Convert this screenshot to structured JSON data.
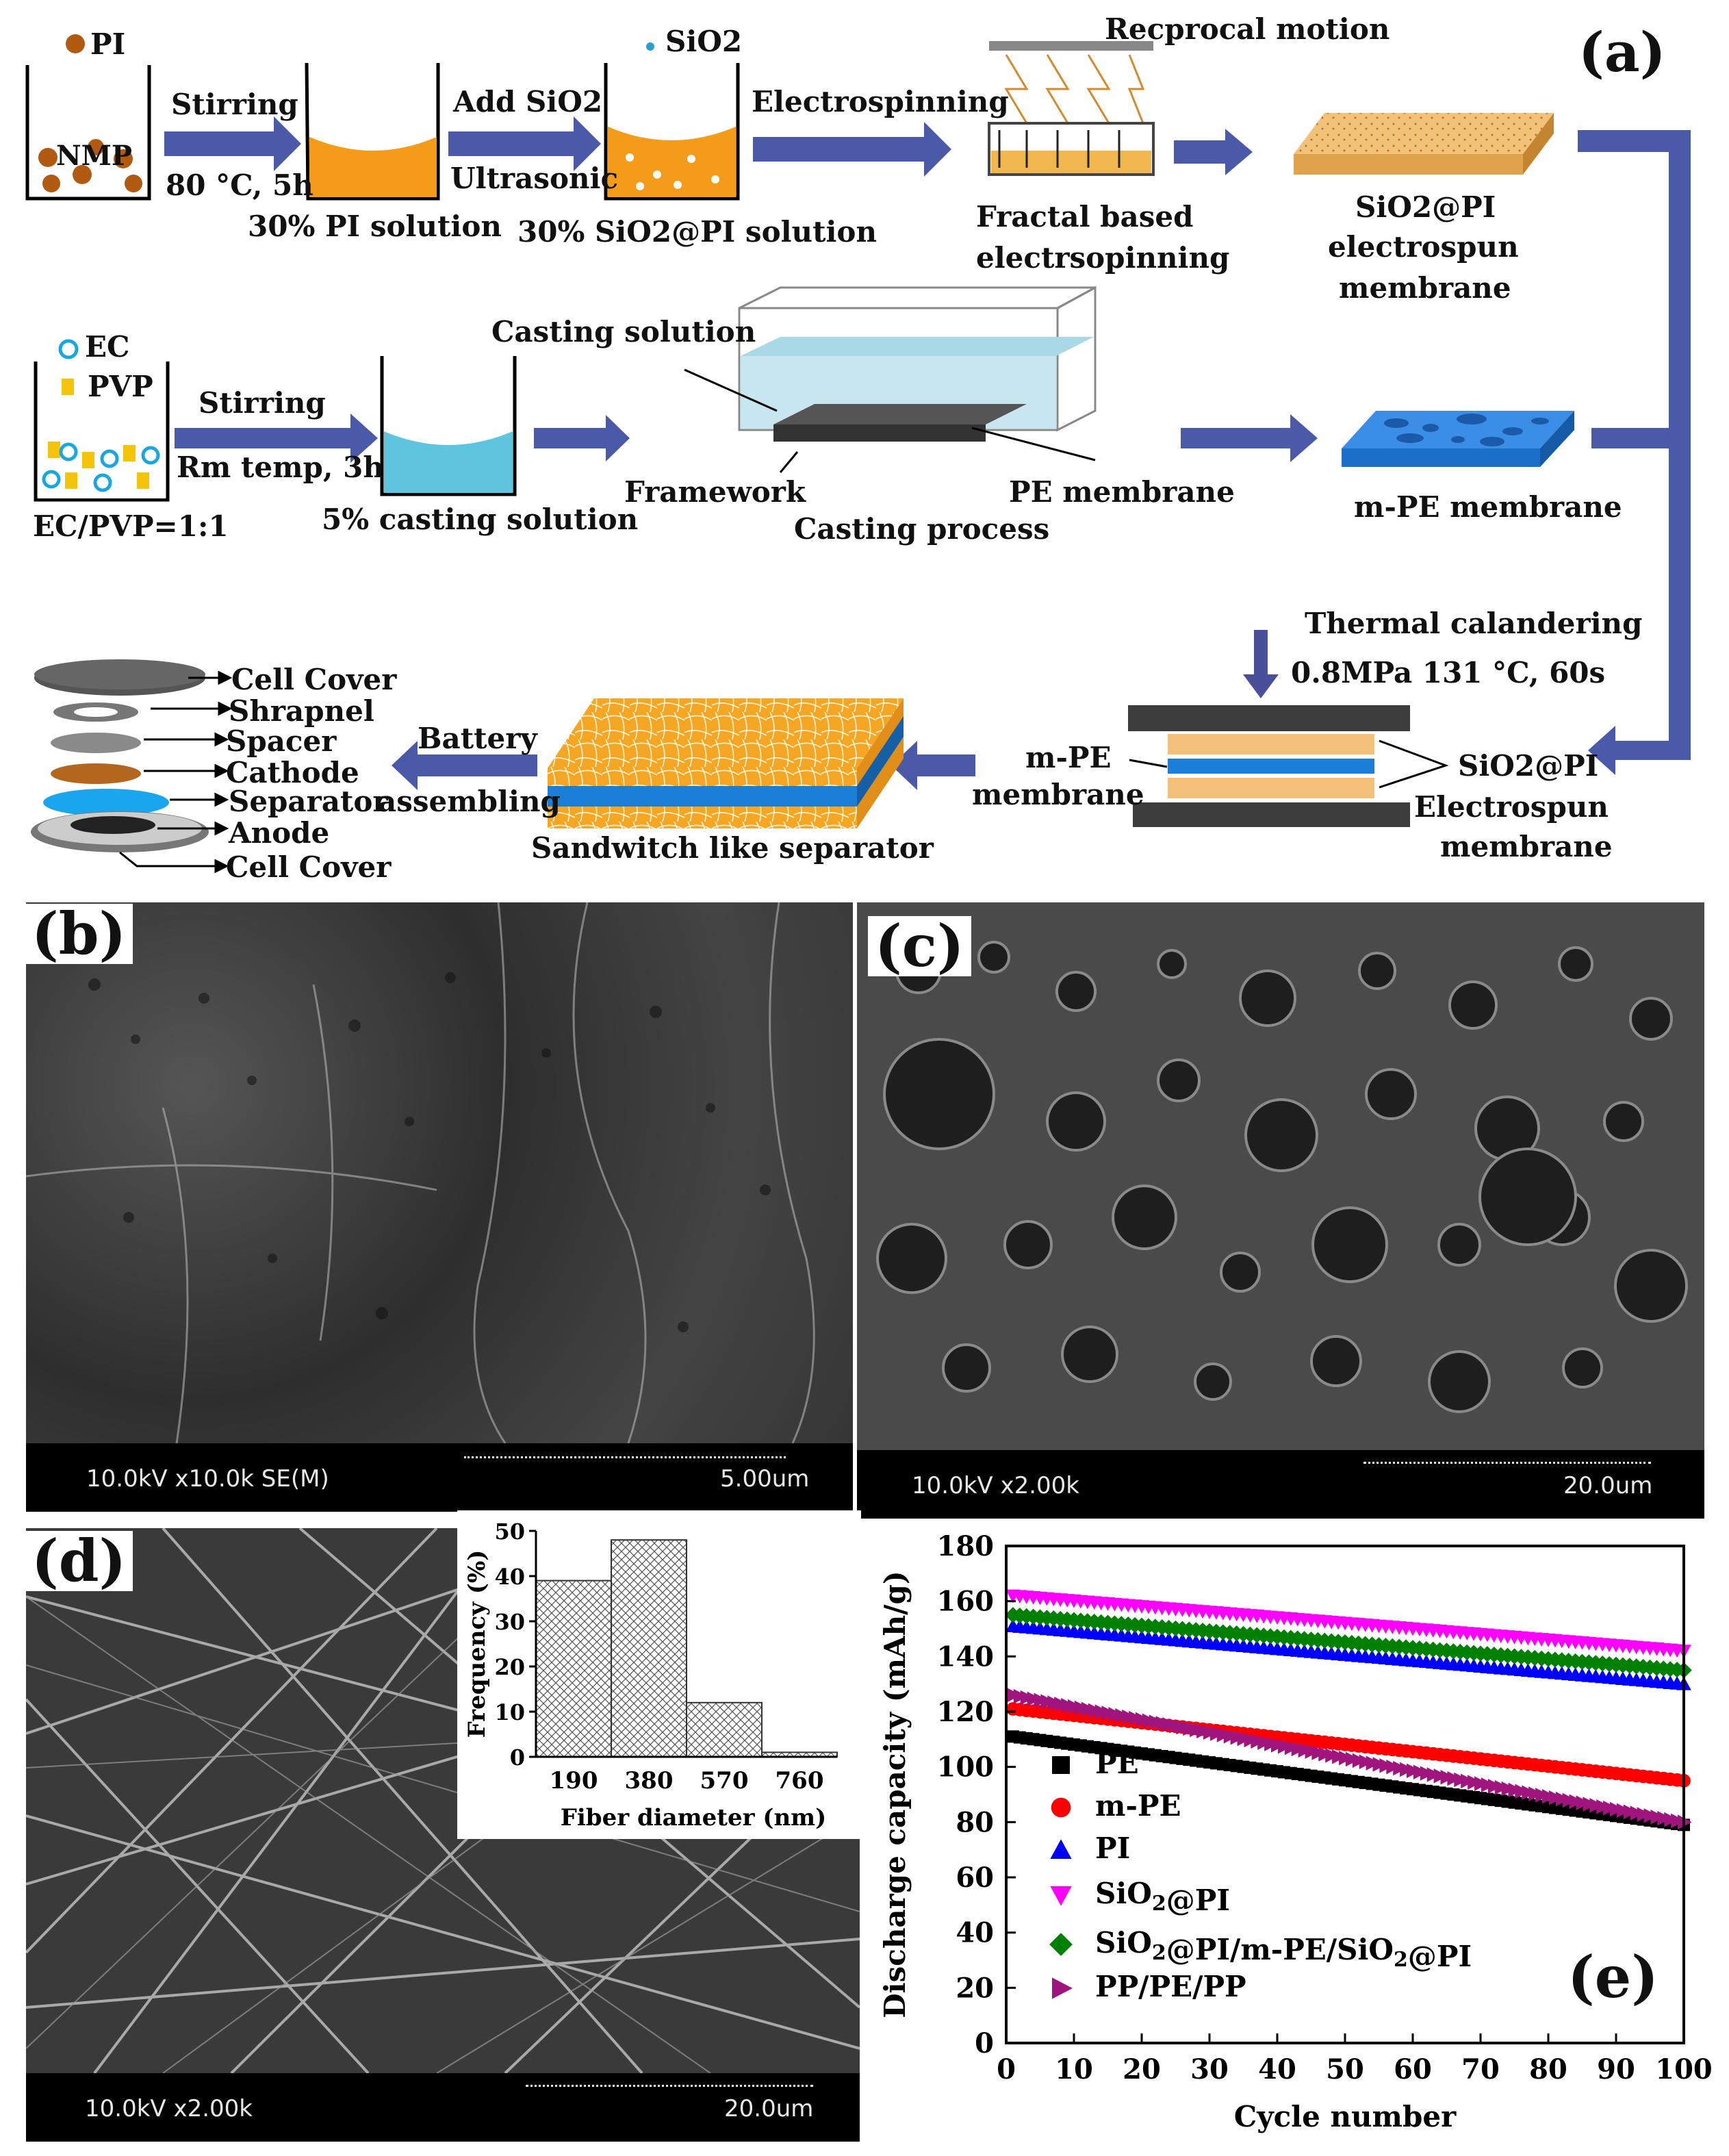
{
  "panel_a": {
    "letter": "(a)",
    "row1": {
      "pi_legend": "PI",
      "nmp": "NMP",
      "step1_top": "Stirring",
      "step1_bottom": "80 °C, 5h",
      "beaker2_caption": "30% PI solution",
      "step2_top": "Add SiO2",
      "step2_bottom": "Ultrasonic",
      "sio2_legend": "SiO2",
      "beaker3_caption": "30% SiO2@PI solution",
      "step3_top": "Electrospinning",
      "motion": "Recprocal motion",
      "device_caption_1": "Fractal based",
      "device_caption_2": "electrsopinning",
      "membrane_caption_1": "SiO2@PI",
      "membrane_caption_2": "electrospun",
      "membrane_caption_3": "membrane"
    },
    "row2": {
      "ec_legend": "EC",
      "pvp_legend": "PVP",
      "ratio": "EC/PVP=1:1",
      "step1_top": "Stirring",
      "step1_bottom": "Rm temp, 3h",
      "beaker2_caption": "5% casting solution",
      "casting_solution": "Casting solution",
      "framework": "Framework",
      "pe_membrane": "PE membrane",
      "casting_process": "Casting process",
      "mpe_caption": "m-PE membrane"
    },
    "row3": {
      "thermal": "Thermal calandering",
      "conditions": "0.8MPa 131 °C, 60s",
      "mpe_label_1": "m-PE",
      "mpe_label_2": "membrane",
      "sio2pi_label_1": "SiO2@PI",
      "sio2pi_label_2": "Electrospun",
      "sio2pi_label_3": "membrane",
      "sandwich_caption": "Sandwitch like separator",
      "battery_1": "Battery",
      "battery_2": "assembling",
      "cell_parts": [
        "Cell Cover",
        "Shrapnel",
        "Spacer",
        "Cathode",
        "Separator",
        "Anode",
        "Cell Cover"
      ]
    }
  },
  "panel_b": {
    "letter": "(b)",
    "info": "10.0kV x10.0k SE(M)",
    "scale": "5.00um"
  },
  "panel_c": {
    "letter": "(c)",
    "info": "10.0kV x2.00k",
    "scale": "20.0um"
  },
  "panel_d": {
    "letter": "(d)",
    "info": "10.0kV x2.00k",
    "scale": "20.0um"
  },
  "panel_e": {
    "letter": "(e)"
  },
  "colors": {
    "arrow": "#4a5aa8",
    "orange": "#f59b1a",
    "cyan": "#5fc4dd",
    "blue": "#1b7fd8",
    "magenta": "#ff00ff",
    "purple": "#a0147e",
    "green": "#0a8a1a"
  },
  "chart_data": [
    {
      "type": "bar",
      "panel": "d-inset",
      "categories": [
        "190",
        "380",
        "570",
        "760"
      ],
      "values": [
        39,
        48,
        12,
        1
      ],
      "xlabel": "Fiber diameter (nm)",
      "ylabel": "Frequency (%)",
      "ylim": [
        0,
        50
      ],
      "yticks": [
        0,
        10,
        20,
        30,
        40,
        50
      ]
    },
    {
      "type": "scatter",
      "panel": "e",
      "xlabel": "Cycle number",
      "ylabel": "Discharge capacity (mAh/g)",
      "xlim": [
        0,
        100
      ],
      "ylim": [
        0,
        180
      ],
      "xticks": [
        0,
        10,
        20,
        30,
        40,
        50,
        60,
        70,
        80,
        90,
        100
      ],
      "yticks": [
        0,
        20,
        40,
        60,
        80,
        100,
        120,
        140,
        160,
        180
      ],
      "legend_position": "left",
      "series": [
        {
          "name": "PE",
          "marker": "square",
          "color": "#000000",
          "start": 111,
          "end": 79
        },
        {
          "name": "m-PE",
          "marker": "circle",
          "color": "#ff0000",
          "start": 121,
          "end": 95
        },
        {
          "name": "PI",
          "marker": "triangle-up",
          "color": "#0000ff",
          "start": 151,
          "end": 130
        },
        {
          "name": "SiO2@PI",
          "marker": "triangle-down",
          "color": "#ff00ff",
          "start": 162,
          "end": 142
        },
        {
          "name": "SiO2@PI/m-PE/SiO2@PI",
          "marker": "diamond",
          "color": "#008000",
          "start": 155,
          "end": 135
        },
        {
          "name": "PP/PE/PP",
          "marker": "triangle-right",
          "color": "#a0147e",
          "start": 126,
          "end": 80
        }
      ]
    }
  ]
}
